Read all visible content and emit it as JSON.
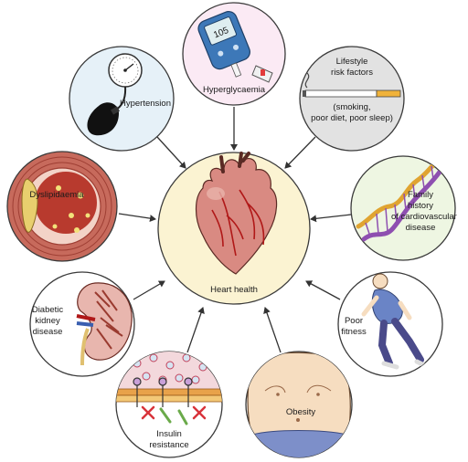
{
  "center": {
    "label": "Heart health"
  },
  "factors": {
    "hyperglycaemia": {
      "label": "Hyperglycaemia",
      "meter_reading": "105"
    },
    "hypertension": {
      "label": "Hypertension"
    },
    "lifestyle": {
      "title_lines": [
        "Lifestyle",
        "risk factors"
      ],
      "detail_lines": [
        "(smoking,",
        "poor diet, poor sleep)"
      ]
    },
    "family_history": {
      "label_lines": [
        "Family",
        "history",
        "of cardiovascular",
        "disease"
      ]
    },
    "dyslipidaemia": {
      "label": "Dyslipidaemia"
    },
    "poor_fitness": {
      "label_lines": [
        "Poor",
        "fitness"
      ]
    },
    "diabetic_kidney": {
      "label_lines": [
        "Diabetic",
        "kidney",
        "disease"
      ]
    },
    "obesity": {
      "label": "Obesity"
    },
    "insulin_resistance": {
      "label_lines": [
        "Insulin",
        "resistance"
      ]
    }
  },
  "colors": {
    "center_fill": "#fbf3d2",
    "circle_fill": "#ffffff",
    "outline": "#3a3a3a",
    "arrow": "#333333",
    "heart": "#d98a82",
    "vessel": "#b01818",
    "skin": "#f6ddc0",
    "shirt": "#6a84c6",
    "plaque": "#e8cf6e",
    "artery": "#b83a2e"
  }
}
